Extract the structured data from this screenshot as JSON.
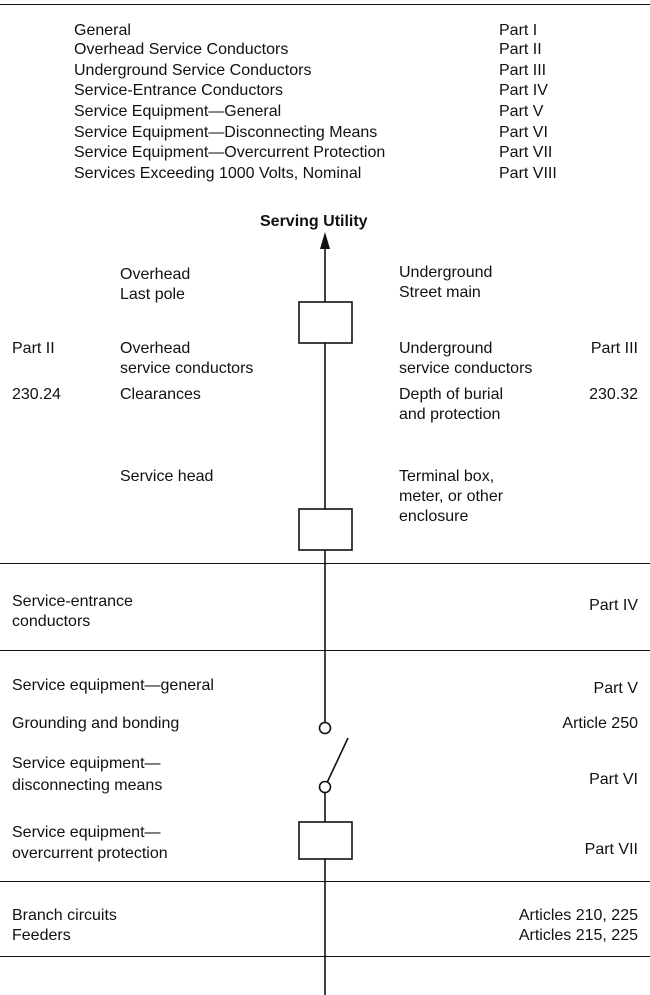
{
  "parts_table": [
    {
      "name": "General",
      "part": "Part I"
    },
    {
      "name": "Overhead Service Conductors",
      "part": "Part II"
    },
    {
      "name": "Underground Service Conductors",
      "part": "Part III"
    },
    {
      "name": "Service-Entrance Conductors",
      "part": "Part IV"
    },
    {
      "name": "Service Equipment—General",
      "part": "Part V"
    },
    {
      "name": "Service Equipment—Disconnecting Means",
      "part": "Part VI"
    },
    {
      "name": "Service Equipment—Overcurrent Protection",
      "part": "Part VII"
    },
    {
      "name": "Services Exceeding 1000 Volts, Nominal",
      "part": "Part VIII"
    }
  ],
  "serving_utility": "Serving Utility",
  "overhead": {
    "head": [
      "Overhead",
      "Last pole"
    ],
    "conductors": [
      "Overhead",
      "service conductors"
    ],
    "part": "Part II",
    "section": "230.24",
    "clearances": "Clearances",
    "service_head": "Service head"
  },
  "underground": {
    "head": [
      "Underground",
      "Street main"
    ],
    "conductors": [
      "Underground",
      "service conductors"
    ],
    "part": "Part III",
    "section": "230.32",
    "depth": [
      "Depth of burial",
      "and protection"
    ],
    "terminal": [
      "Terminal box,",
      "meter, or other",
      "enclosure"
    ]
  },
  "service_entrance": {
    "label": [
      "Service-entrance",
      "conductors"
    ],
    "part": "Part IV"
  },
  "equipment": {
    "general": "Service equipment—general",
    "general_part": "Part V",
    "grounding": "Grounding and bonding",
    "grounding_ref": "Article 250",
    "disconnecting": [
      "Service equipment—",
      "disconnecting means"
    ],
    "disconnecting_part": "Part VI",
    "overcurrent": [
      "Service equipment—",
      "overcurrent protection"
    ],
    "overcurrent_part": "Part VII"
  },
  "circuits": {
    "branch": "Branch circuits",
    "branch_ref": "Articles 210, 225",
    "feeders": "Feeders",
    "feeders_ref": "Articles 215, 225"
  }
}
